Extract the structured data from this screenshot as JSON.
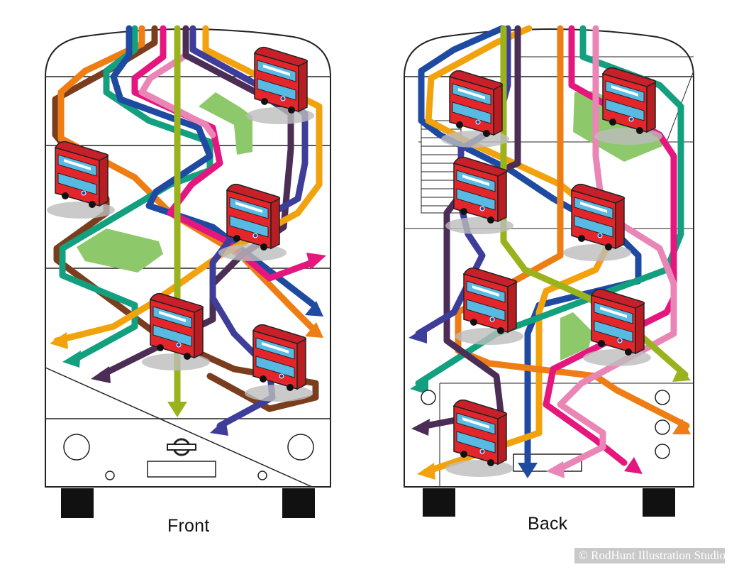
{
  "captions": {
    "front": "Front",
    "back": "Back"
  },
  "watermark": {
    "text": "© RodHunt Illustration Studio"
  },
  "colors": {
    "outline": "#222222",
    "brown": "#7a3d1e",
    "orange": "#ee7d14",
    "teal": "#12a07f",
    "blue": "#1f4aa2",
    "magenta": "#e5177e",
    "pink": "#ea86b6",
    "plum": "#4b2d55",
    "olive": "#9ab21b",
    "yellow": "#f2a20c",
    "indigo": "#3f3d9a",
    "park": "#8dc96b",
    "bus_red": "#e4262b",
    "bus_window": "#58b9e3",
    "wheel": "#111111"
  },
  "icons": {
    "roundel": "london-underground-roundel-icon",
    "bus": "double-decker-bus-icon"
  }
}
